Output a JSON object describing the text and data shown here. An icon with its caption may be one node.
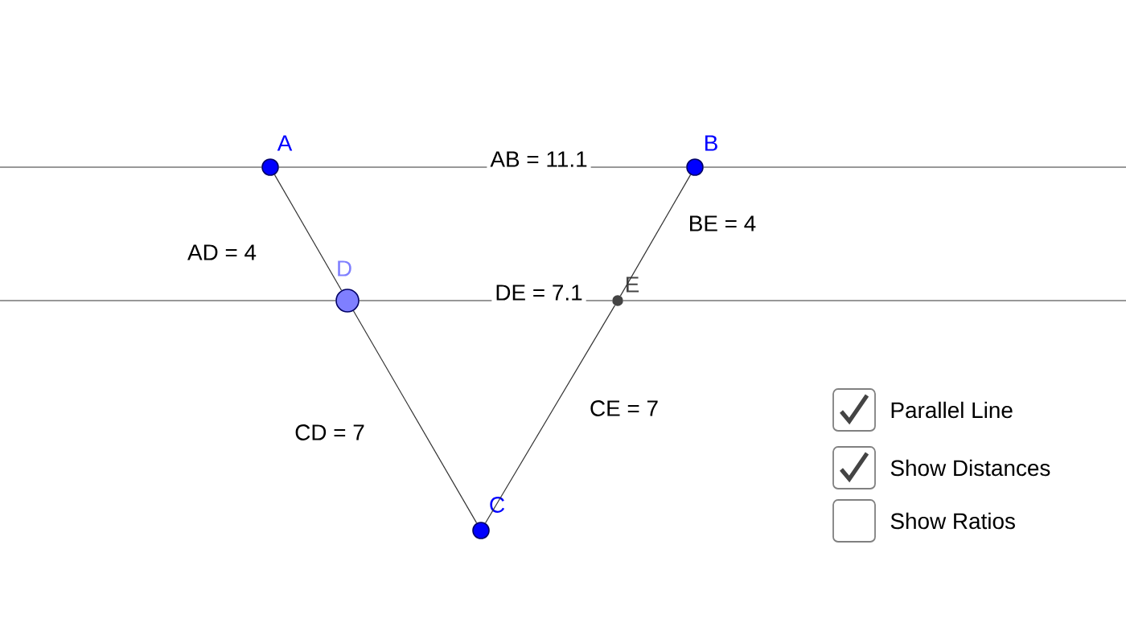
{
  "diagram": {
    "nodes": [
      {
        "text": [],
        "shape": "circle",
        "beside": [
          "A"
        ]
      },
      {
        "text": [],
        "shape": "circle",
        "beside": [
          "B"
        ]
      },
      {
        "text": [],
        "shape": "circle",
        "beside": [
          "C"
        ]
      },
      {
        "text": [],
        "shape": "circle",
        "beside": [
          "D"
        ]
      },
      {
        "text": [],
        "shape": "circle",
        "beside": [
          "E"
        ]
      }
    ],
    "edges": [
      {
        "from": 0,
        "to": 1,
        "arrow": "none",
        "label": "AB = 11.1"
      },
      {
        "from": null,
        "to": 0,
        "arrow": "none"
      },
      {
        "from": 1,
        "to": null,
        "arrow": "none"
      },
      {
        "from": 3,
        "to": 4,
        "arrow": "none",
        "label": "DE = 7.1"
      },
      {
        "from": null,
        "to": 3,
        "arrow": "none"
      },
      {
        "from": 4,
        "to": null,
        "arrow": "none"
      },
      {
        "from": 0,
        "to": 3,
        "arrow": "none",
        "label": "AD = 4"
      },
      {
        "from": 3,
        "to": 2,
        "arrow": "none",
        "label": "CD = 7"
      },
      {
        "from": 1,
        "to": 4,
        "arrow": "none",
        "label": "BE = 4"
      },
      {
        "from": 4,
        "to": 2,
        "arrow": "none",
        "label": "CE = 7"
      }
    ],
    "labels": [
      "Parallel Line",
      "Show Distances",
      "Show Ratios"
    ]
  }
}
